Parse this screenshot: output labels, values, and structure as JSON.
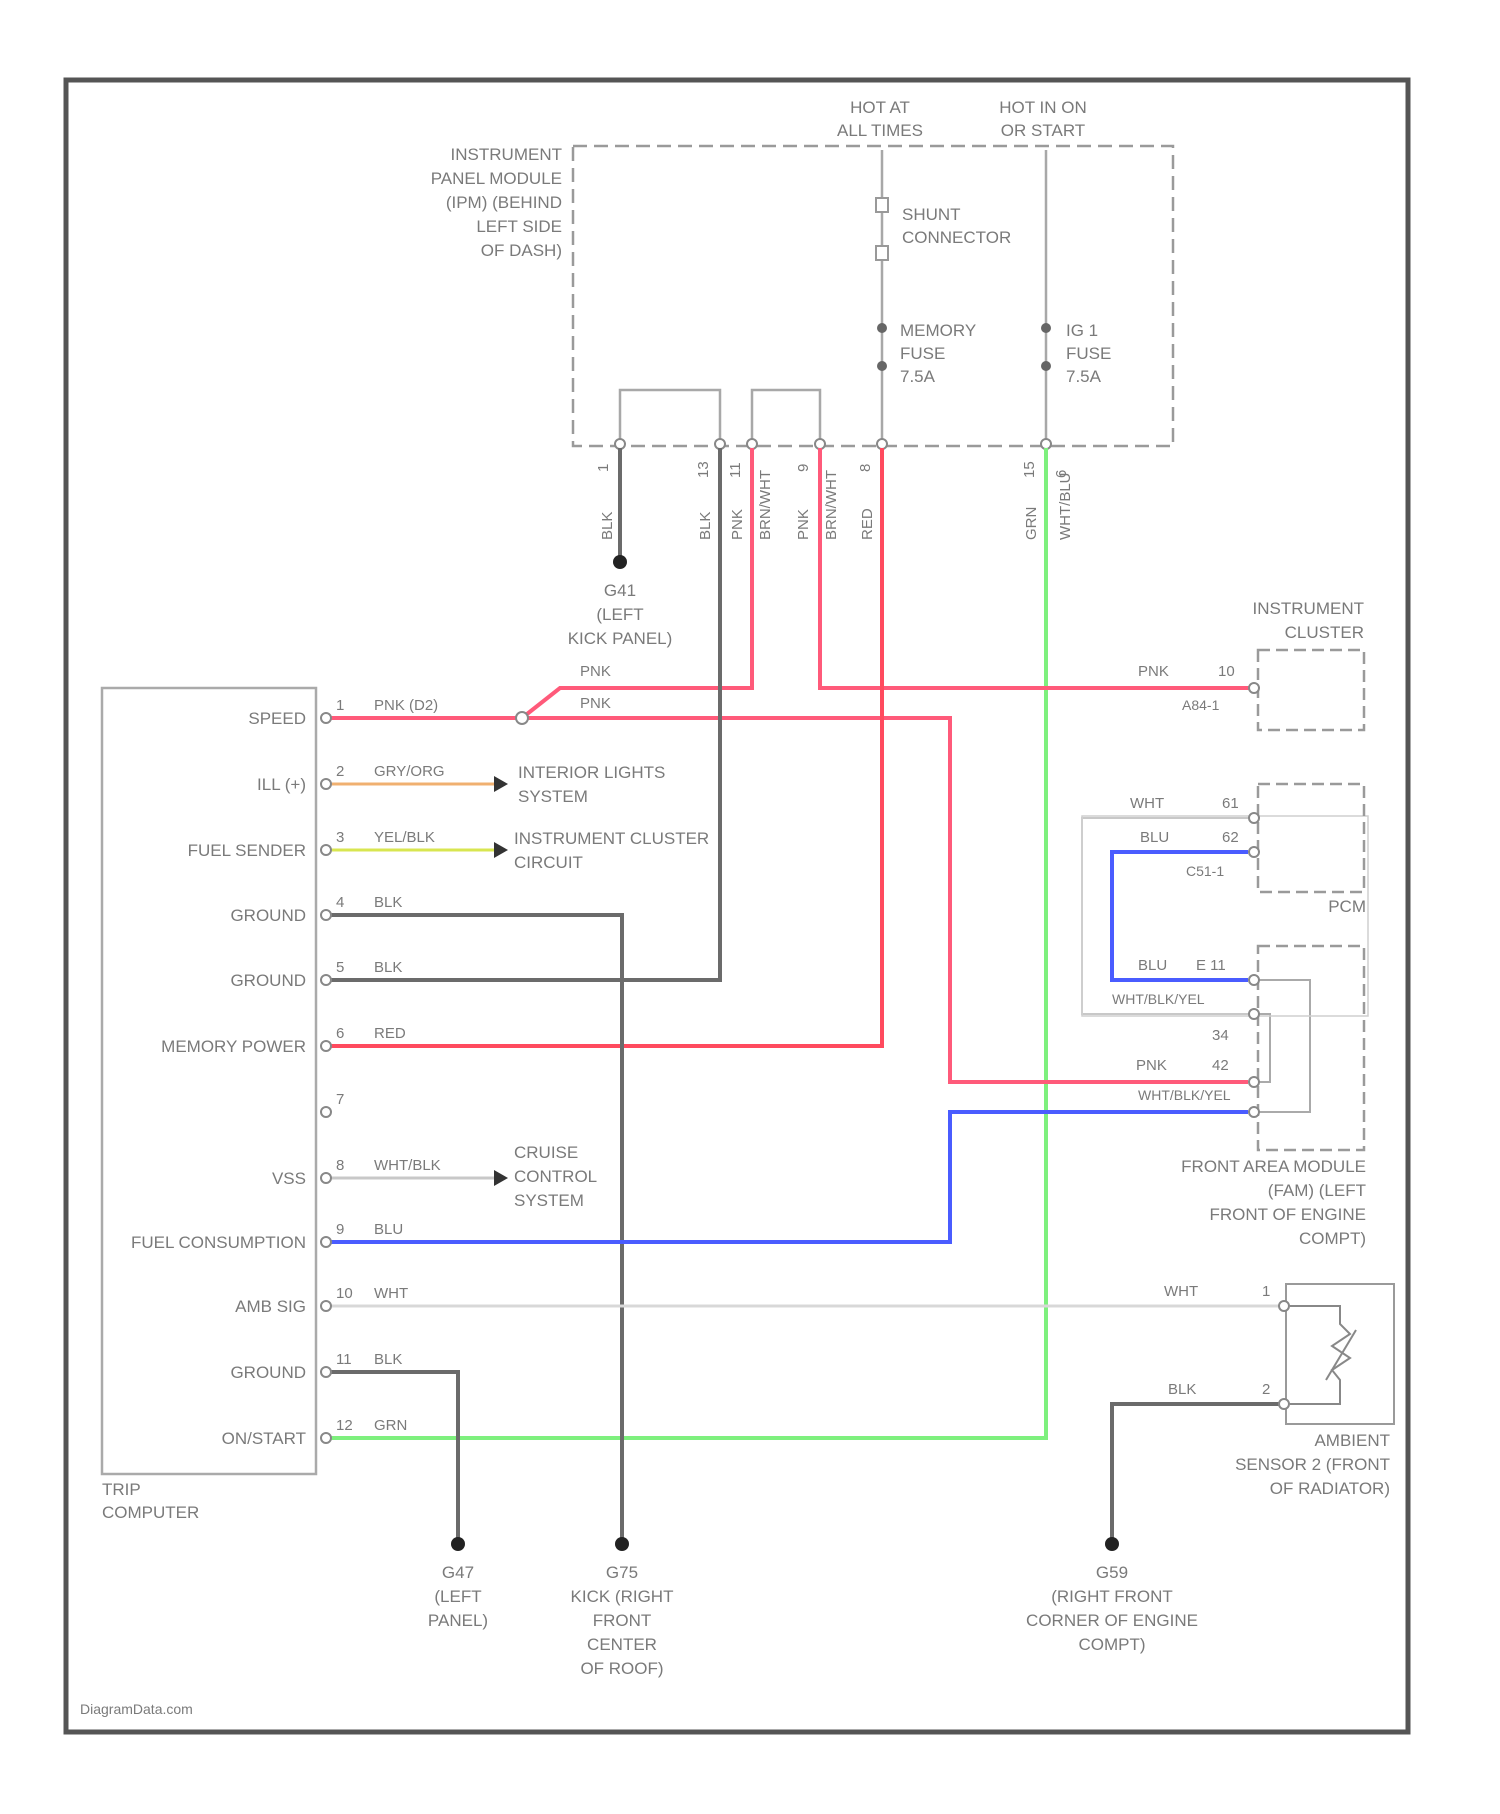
{
  "header": {
    "hot_at_all_times": [
      "HOT AT",
      "ALL TIMES"
    ],
    "hot_in_on": [
      "HOT IN ON",
      "OR START"
    ]
  },
  "ipm": {
    "label": [
      "INSTRUMENT",
      "PANEL MODULE",
      "(IPM) (BEHIND",
      "LEFT SIDE",
      "OF DASH)"
    ],
    "shunt": [
      "SHUNT",
      "CONNECTOR"
    ],
    "memory_fuse": [
      "MEMORY",
      "FUSE",
      "7.5A"
    ],
    "ig1_fuse": [
      "IG 1",
      "FUSE",
      "7.5A"
    ],
    "pins": [
      "1",
      "13",
      "11",
      "9",
      "8",
      "15",
      "6"
    ],
    "wires": [
      "BLK",
      "BLK",
      "PNK",
      "BRN/WHT",
      "PNK",
      "BRN/WHT",
      "RED",
      "GRN",
      "WHT/BLU"
    ]
  },
  "g1": {
    "label": [
      "G41",
      "(LEFT",
      "KICK PANEL)"
    ]
  },
  "g2": {
    "label": [
      "G47",
      "(LEFT",
      "PANEL)"
    ]
  },
  "g3": {
    "label": [
      "G75",
      "KICK (RIGHT",
      "FRONT",
      "CENTER",
      "OF ROOF)"
    ]
  },
  "g4": {
    "label": [
      "G59",
      "(RIGHT FRONT",
      "CORNER OF ENGINE",
      "COMPT)"
    ]
  },
  "trip_computer": {
    "label": [
      "TRIP",
      "COMPUTER"
    ],
    "pins": [
      {
        "num": "1",
        "name": "SPEED",
        "wire": "PNK (D2)",
        "color": "#ff5a7a"
      },
      {
        "num": "2",
        "name": "ILL (+)",
        "wire": "GRY/ORG",
        "color": "#f0b070"
      },
      {
        "num": "3",
        "name": "FUEL SENDER",
        "wire": "YEL/BLK",
        "color": "#d8e650"
      },
      {
        "num": "4",
        "name": "GROUND",
        "wire": "BLK",
        "color": "#6b6b6b"
      },
      {
        "num": "5",
        "name": "GROUND",
        "wire": "BLK",
        "color": "#6b6b6b"
      },
      {
        "num": "6",
        "name": "MEMORY POWER",
        "wire": "RED",
        "color": "#ff4a5e"
      },
      {
        "num": "7",
        "name": "",
        "wire": "",
        "color": "#bbbbbb"
      },
      {
        "num": "8",
        "name": "VSS",
        "wire": "WHT/BLK",
        "color": "#c8c8c8"
      },
      {
        "num": "9",
        "name": "FUEL CONSUMPTION",
        "wire": "BLU",
        "color": "#4a5cff"
      },
      {
        "num": "10",
        "name": "AMB SIG",
        "wire": "WHT",
        "color": "#d8d8d8"
      },
      {
        "num": "11",
        "name": "GROUND",
        "wire": "BLK",
        "color": "#6b6b6b"
      },
      {
        "num": "12",
        "name": "ON/START",
        "wire": "GRN",
        "color": "#7ef07e"
      }
    ]
  },
  "arrows": {
    "interior": [
      "INTERIOR LIGHTS",
      "SYSTEM"
    ],
    "cluster_circuit": [
      "INSTRUMENT CLUSTER",
      "CIRCUIT"
    ],
    "cruise": [
      "CRUISE",
      "CONTROL",
      "SYSTEM"
    ]
  },
  "splice_wires": [
    "PNK",
    "PNK"
  ],
  "instrument_cluster": {
    "label": [
      "INSTRUMENT",
      "CLUSTER"
    ],
    "wire": "PNK",
    "pin": "10",
    "conn": "A84-1"
  },
  "pcm": {
    "label": "PCM",
    "wires": [
      {
        "wire": "WHT",
        "pin": "61"
      },
      {
        "wire": "BLU",
        "pin": "62"
      }
    ],
    "conn": "C51-1"
  },
  "fam": {
    "label": [
      "FRONT AREA MODULE",
      "(FAM) (LEFT",
      "FRONT OF ENGINE",
      "COMPT)"
    ],
    "rows": [
      {
        "wire": "BLU",
        "pin": "E 11",
        "extra": "WHT/BLK/YEL"
      },
      {
        "wire": "",
        "pin": "34",
        "extra": ""
      },
      {
        "wire": "PNK",
        "pin": "42",
        "extra": "WHT/BLK/YEL"
      }
    ]
  },
  "ambient": {
    "label": [
      "AMBIENT",
      "SENSOR 2 (FRONT",
      "OF RADIATOR)"
    ],
    "wires": [
      {
        "wire": "WHT",
        "pin": "1"
      },
      {
        "wire": "BLK",
        "pin": "2"
      }
    ]
  },
  "watermark": "DiagramData.com"
}
